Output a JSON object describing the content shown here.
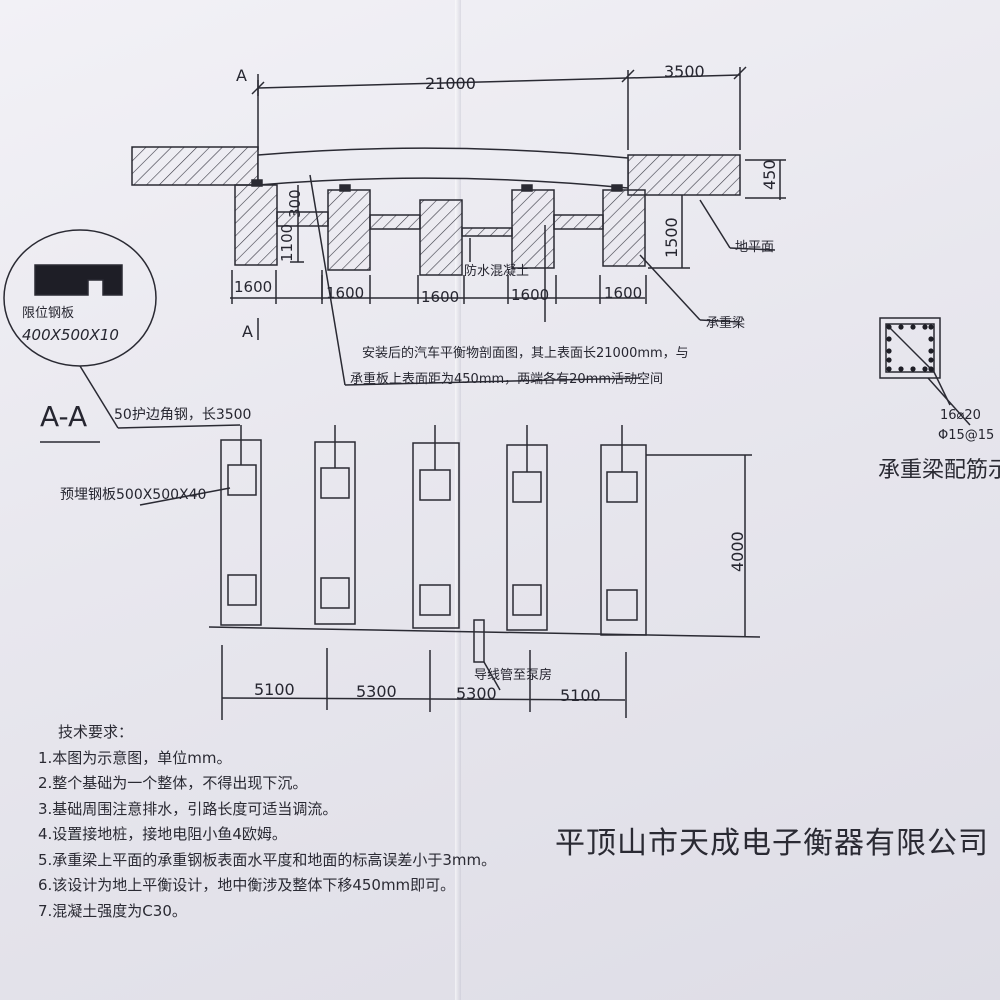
{
  "drawing": {
    "dims": {
      "top_left": "21000",
      "top_right": "3500",
      "right_height": "450",
      "pit_depth": "1500",
      "beam_height": "1100",
      "beam_top": "300",
      "beam_widths": [
        "1600",
        "1600",
        "1600",
        "1600",
        "1600"
      ],
      "plan_height": "4000",
      "spacings": [
        "5100",
        "5300",
        "5300",
        "5100"
      ]
    },
    "section_markers": [
      "A",
      "A"
    ],
    "labels": {
      "ground": "地平面",
      "waterproof": "防水混凝土",
      "bearing_beam": "承重梁",
      "note_line1": "安装后的汽车平衡物剖面图，其上表面长21000mm，与",
      "note_line2": "承重板上表面距为450mm，两端各有20mm活动空间",
      "limit_plate_line1": "限位钢板",
      "limit_plate_line2": "400X500X10",
      "aa": "A-A",
      "angle_steel": "50护边角钢，长3500",
      "embedded_plate": "预埋钢板500X500X40",
      "conduit": "导线管至泵房",
      "rebar_count": "16⌀20",
      "stirrup": "Φ15@15",
      "rebar_title": "承重梁配筋示"
    }
  },
  "requirements": {
    "title": "技术要求：",
    "items": [
      "1.本图为示意图，单位mm。",
      "2.整个基础为一个整体，不得出现下沉。",
      "3.基础周围注意排水，引路长度可适当调流。",
      "4.设置接地桩，接地电阻小鱼4欧姆。",
      "5.承重梁上平面的承重钢板表面水平度和地面的标高误差小于3mm。",
      "6.该设计为地上平衡设计，地中衡涉及整体下移450mm即可。",
      "7.混凝土强度为C30。"
    ]
  },
  "company": "平顶山市天成电子衡器有限公司",
  "colors": {
    "ink": "#2a2a33",
    "paper": "#eceaf0"
  }
}
